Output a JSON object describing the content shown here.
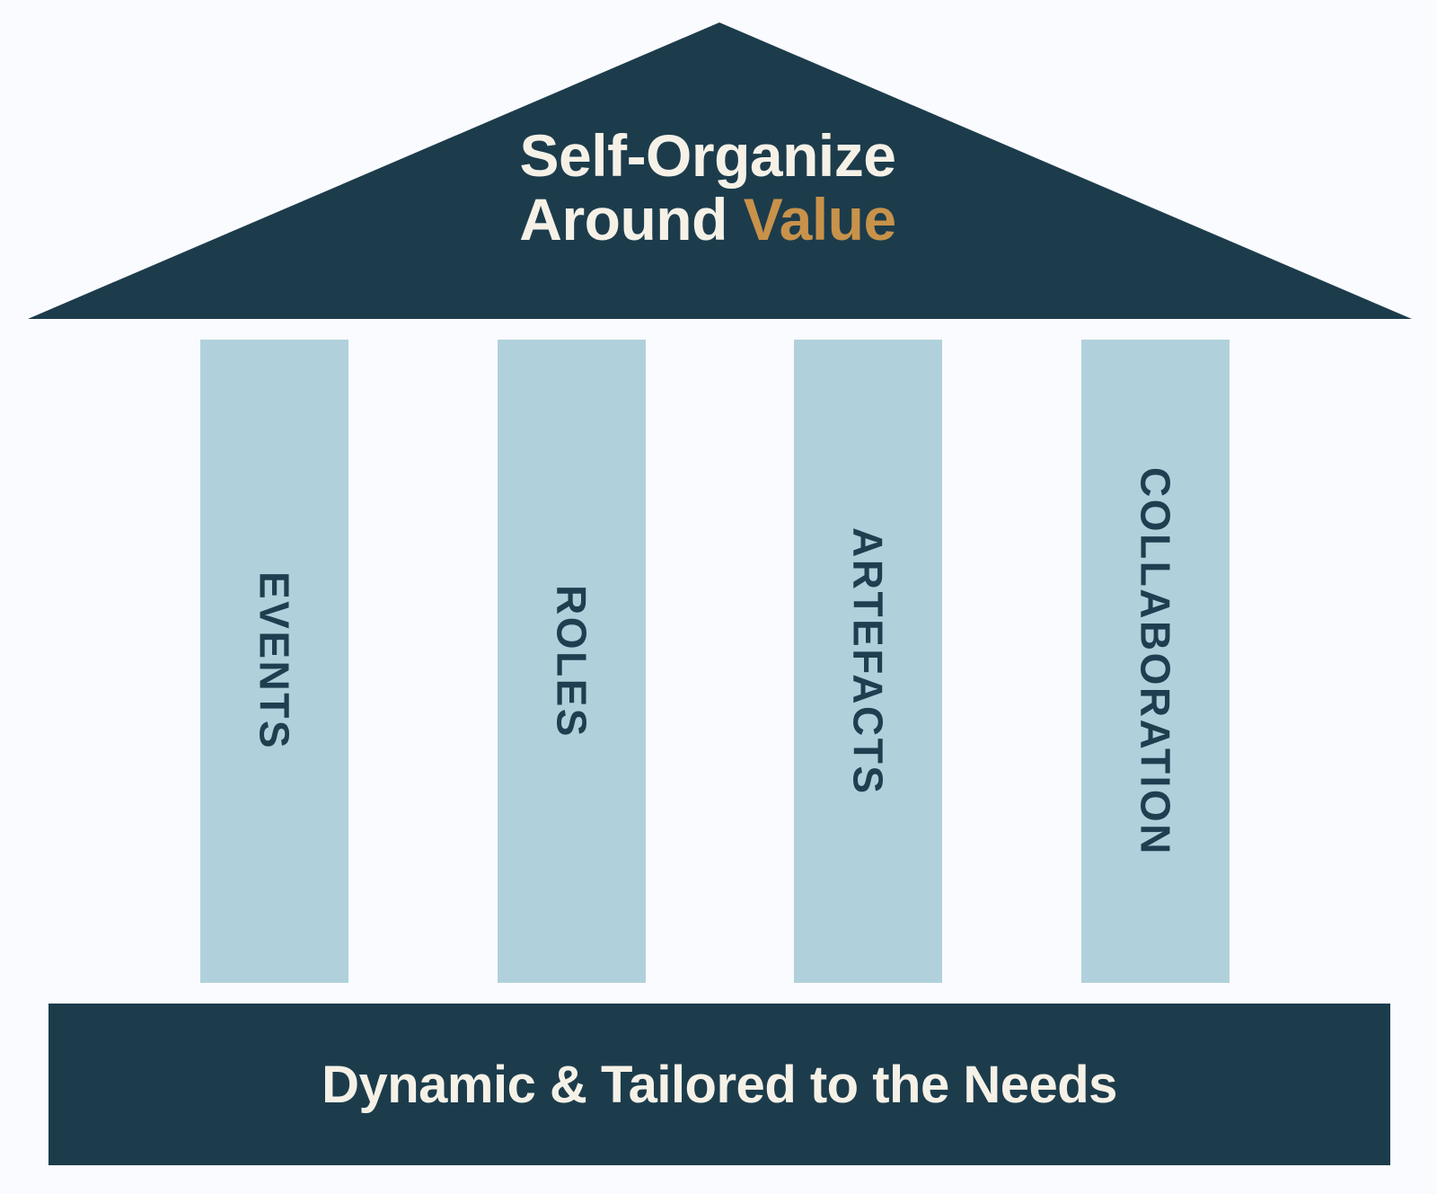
{
  "diagram": {
    "type": "temple-pillars",
    "title_lines": [
      {
        "text": "Self-Organize",
        "accent": null
      },
      {
        "text": "Around ",
        "accent": "Value"
      }
    ],
    "roof": {
      "line1": "Self-Organize",
      "line2_main": "Around ",
      "line2_accent": "Value"
    },
    "pillars": [
      {
        "label": "EVENTS"
      },
      {
        "label": "ROLES"
      },
      {
        "label": "ARTEFACTS"
      },
      {
        "label": "COLLABORATION"
      }
    ],
    "base": {
      "label": "Dynamic & Tailored to the Needs"
    },
    "colors": {
      "navy": "#1c3c4c",
      "pillar_blue": "#b0d1dc",
      "cream": "#f6f1e7",
      "gold_accent": "#c8924a",
      "background": "#fafbfe"
    }
  }
}
